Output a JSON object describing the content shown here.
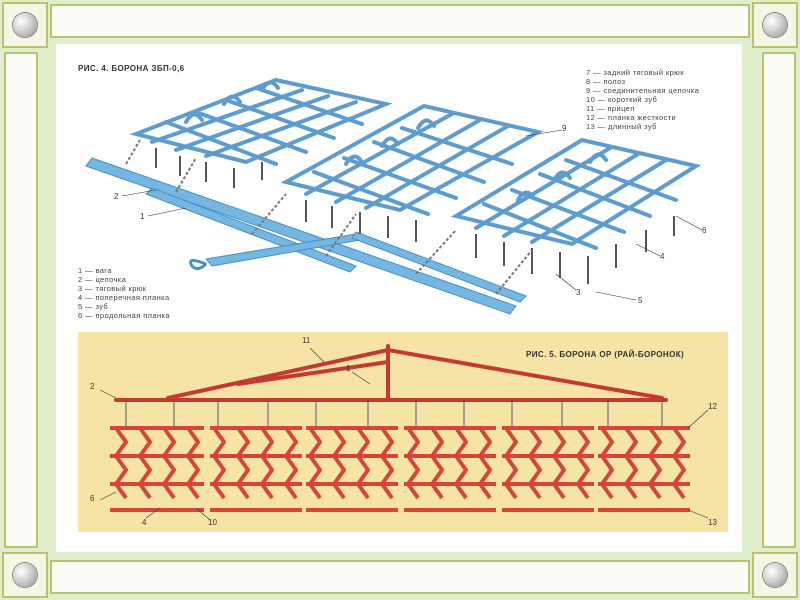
{
  "fig4": {
    "title": "РИС. 4. БОРОНА ЗБП-0,6",
    "legend_left": [
      "1 — вага",
      "2 — цепочка",
      "3 — тяговый крюк",
      "4 — поперечная планка",
      "5 — зуб",
      "6 — продольная планка"
    ],
    "legend_right": [
      "7 — задний тяговый крюк",
      "8 — полоз",
      "9 — соединительная цепочка",
      "10 — короткий зуб",
      "11 — прицеп",
      "12 — планка жесткости",
      "13 — длинный зуб"
    ],
    "callouts": [
      "2",
      "1",
      "9",
      "6",
      "4",
      "3",
      "5"
    ]
  },
  "fig5": {
    "title": "РИС. 5. БОРОНА ОР (РАЙ-БОРОНОК)",
    "callouts": [
      "11",
      "1",
      "2",
      "12",
      "6",
      "4",
      "10",
      "13"
    ]
  },
  "colors": {
    "frame_bg": "#dfeecd",
    "frame_border": "#b9c46a",
    "fig4_steel": "#74b7e2",
    "fig5_bg": "#f5e4a6",
    "fig5_steel": "#d9433a"
  }
}
